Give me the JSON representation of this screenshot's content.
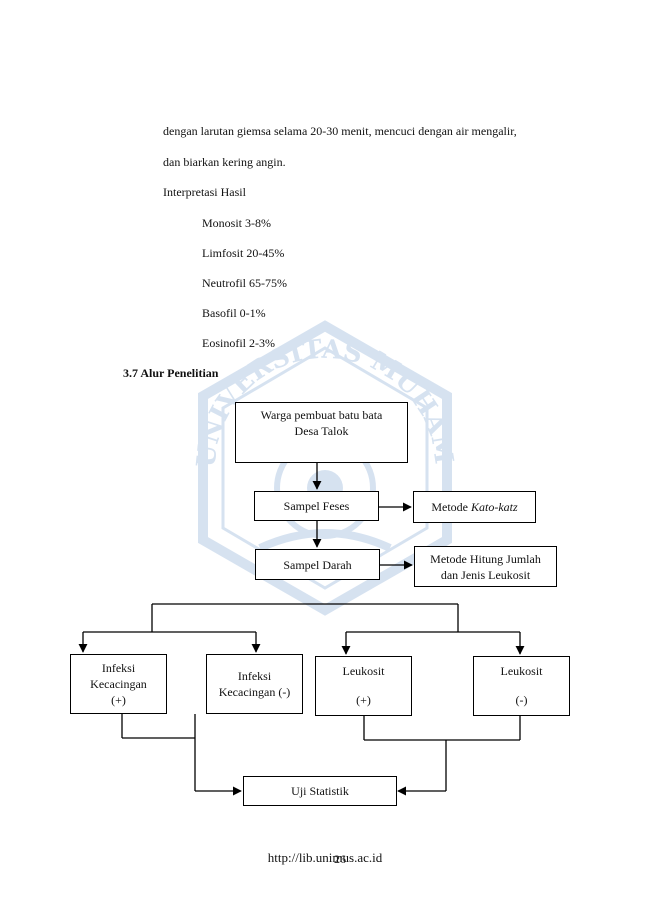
{
  "body_text": {
    "line1": "dengan larutan giemsa selama 20-30 menit, mencuci dengan air mengalir,",
    "line2": "dan biarkan kering angin.",
    "interpretasi_title": "Interpretasi Hasil",
    "items": [
      "Monosit 3-8%",
      "Limfosit 20-45%",
      "Neutrofil 65-75%",
      "Basofil 0-1%",
      "Eosinofil 2-3%"
    ]
  },
  "section_heading": "3.7 Alur Penelitian",
  "watermark": {
    "text": "UNIVERSITAS MUHAMMADIYAH",
    "color": "#4a7fc0"
  },
  "flowchart": {
    "start_line1": "Warga pembuat batu bata",
    "start_line2": "Desa Talok",
    "sampel_feses": "Sampel Feses",
    "metode_kato_prefix": "Metode ",
    "metode_kato_em": "Kato-katz",
    "sampel_darah": "Sampel Darah",
    "metode_hitung_line1": "Metode Hitung Jumlah",
    "metode_hitung_line2": "dan Jenis Leukosit",
    "infeksi_pos_line1": "Infeksi",
    "infeksi_pos_line2": "Kecacingan",
    "infeksi_pos_line3": "(+)",
    "infeksi_neg_line1": "Infeksi",
    "infeksi_neg_line2": "Kecacingan (-)",
    "leukosit_pos_label": "Leukosit",
    "leukosit_pos_sign": "(+)",
    "leukosit_neg_label": "Leukosit",
    "leukosit_neg_sign": "(-)",
    "uji_statistik": "Uji Statistik"
  },
  "footer": {
    "url": "http://lib.unimus.ac.id",
    "page_number": "26"
  }
}
